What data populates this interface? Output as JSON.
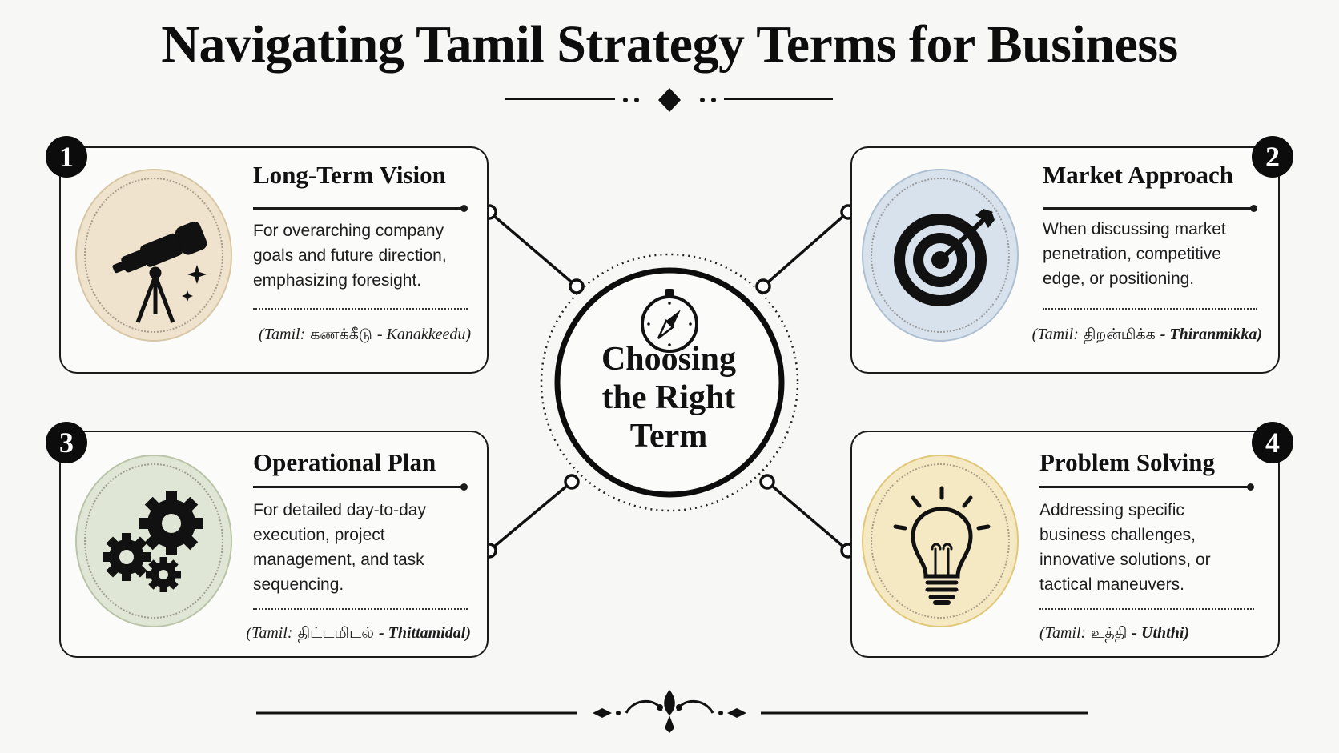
{
  "title": "Navigating Tamil Strategy Terms for Business",
  "center": {
    "line1": "Choosing",
    "line2": "the Right",
    "line3": "Term",
    "icon": "compass-icon"
  },
  "cards": [
    {
      "number": "1",
      "title": "Long-Term Vision",
      "desc": [
        "For overarching company",
        "goals and future direction,",
        "emphasizing foresight."
      ],
      "tamil_prefix": "(Tamil:",
      "tamil_word": "கணக்கீடு",
      "tamil_translit": "- Kanakkeedu)",
      "icon": "telescope-icon",
      "color": "#efe3cd"
    },
    {
      "number": "2",
      "title": "Market Approach",
      "desc": [
        "When discussing market",
        "penetration, competitive",
        "edge, or positioning."
      ],
      "tamil_prefix": "(Tamil:",
      "tamil_word": "திறன்மிக்க",
      "tamil_translit": "- Thiranmikka)",
      "icon": "target-icon",
      "color": "#d8e2ec"
    },
    {
      "number": "3",
      "title": "Operational Plan",
      "desc": [
        "For detailed day-to-day",
        "execution, project",
        "management, and task",
        "sequencing."
      ],
      "tamil_prefix": "(Tamil:",
      "tamil_word": "திட்டமிடல்",
      "tamil_translit": "- Thittamidal)",
      "icon": "gears-icon",
      "color": "#e0e6d6"
    },
    {
      "number": "4",
      "title": "Problem Solving",
      "desc": [
        "Addressing specific",
        "business challenges,",
        "innovative solutions, or",
        "tactical maneuvers."
      ],
      "tamil_prefix": "(Tamil:",
      "tamil_word": "உத்தி",
      "tamil_translit": "- Uththi)",
      "icon": "lightbulb-icon",
      "color": "#f5e9c4"
    }
  ]
}
